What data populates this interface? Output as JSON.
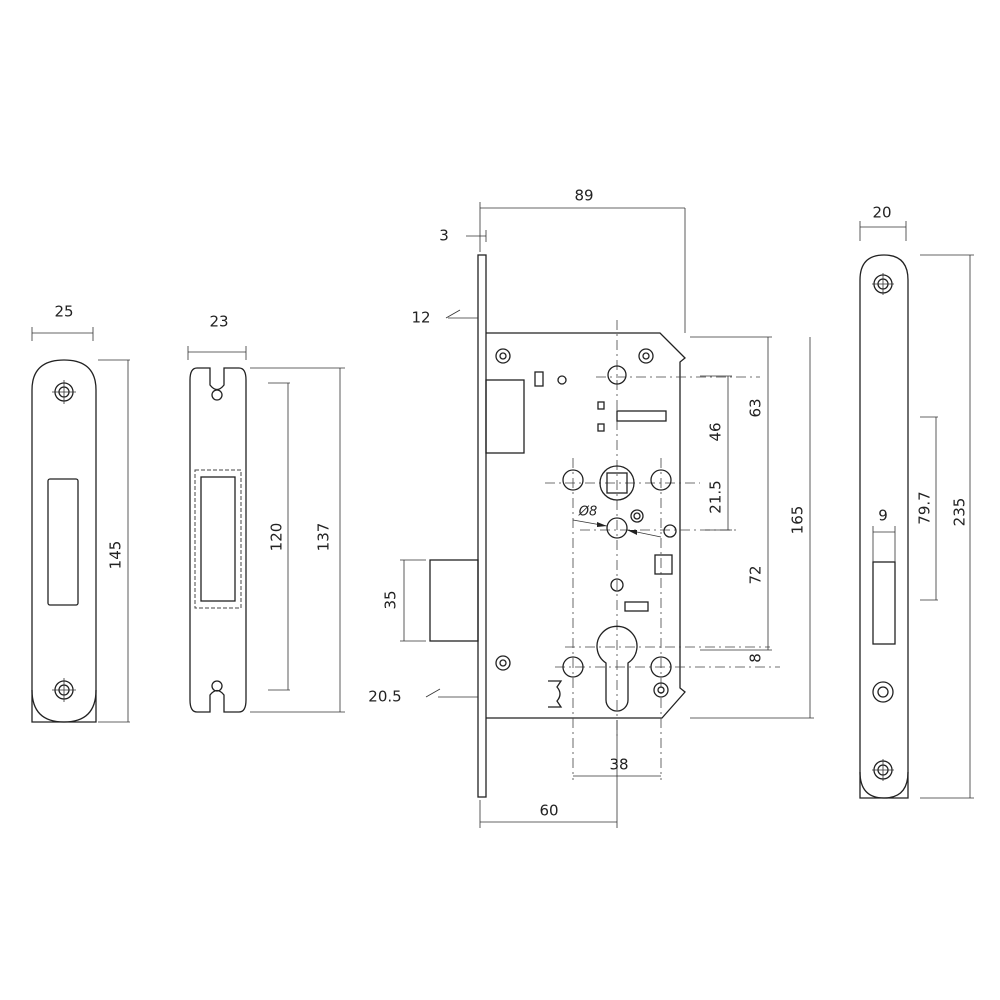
{
  "dimensions": {
    "faceplate_width": "25",
    "faceplate_height": "145",
    "strike_width": "23",
    "strike_slot_height": "120",
    "strike_height": "137",
    "case_depth": "89",
    "faceplate_thickness": "3",
    "faceplate_offset": "12",
    "latch_height": "35",
    "lower_offset": "20.5",
    "backset": "60",
    "hole_spacing": "38",
    "hole_diameter": "Ø8",
    "spindle_to_top": "46",
    "spindle_to_hole": "21.5",
    "spindle_to_case_top": "63",
    "center_distance": "72",
    "cylinder_offset": "8",
    "case_height": "165",
    "plate_width": "20",
    "slot_width": "9",
    "slot_position": "79.7",
    "plate_height": "235"
  }
}
